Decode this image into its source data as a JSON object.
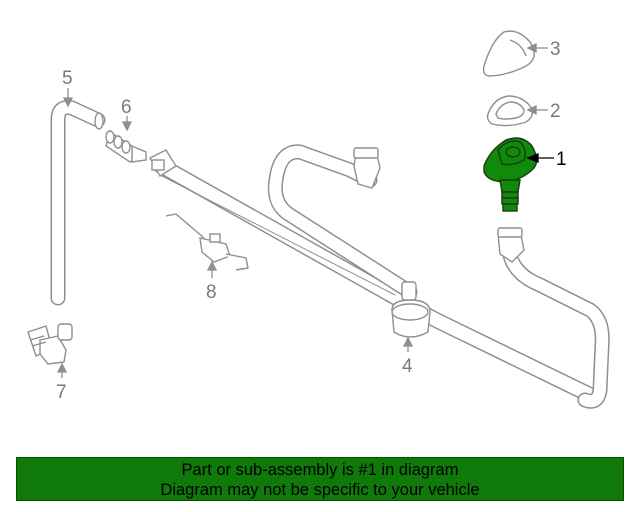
{
  "diagram": {
    "part_colors": {
      "outline": "#8f8f8f",
      "fill": "#ffffff",
      "highlight_fill": "#0f8a0b",
      "highlight_outline": "#1a3a10"
    },
    "callouts": [
      {
        "number": "1",
        "highlighted": true
      },
      {
        "number": "2",
        "highlighted": false
      },
      {
        "number": "3",
        "highlighted": false
      },
      {
        "number": "4",
        "highlighted": false
      },
      {
        "number": "5",
        "highlighted": false
      },
      {
        "number": "6",
        "highlighted": false
      },
      {
        "number": "7",
        "highlighted": false
      },
      {
        "number": "8",
        "highlighted": false
      }
    ]
  },
  "banner": {
    "line1": "Part or sub-assembly is #1 in diagram",
    "line2": "Diagram may not be specific to your vehicle",
    "background": "#0f7a0a"
  }
}
